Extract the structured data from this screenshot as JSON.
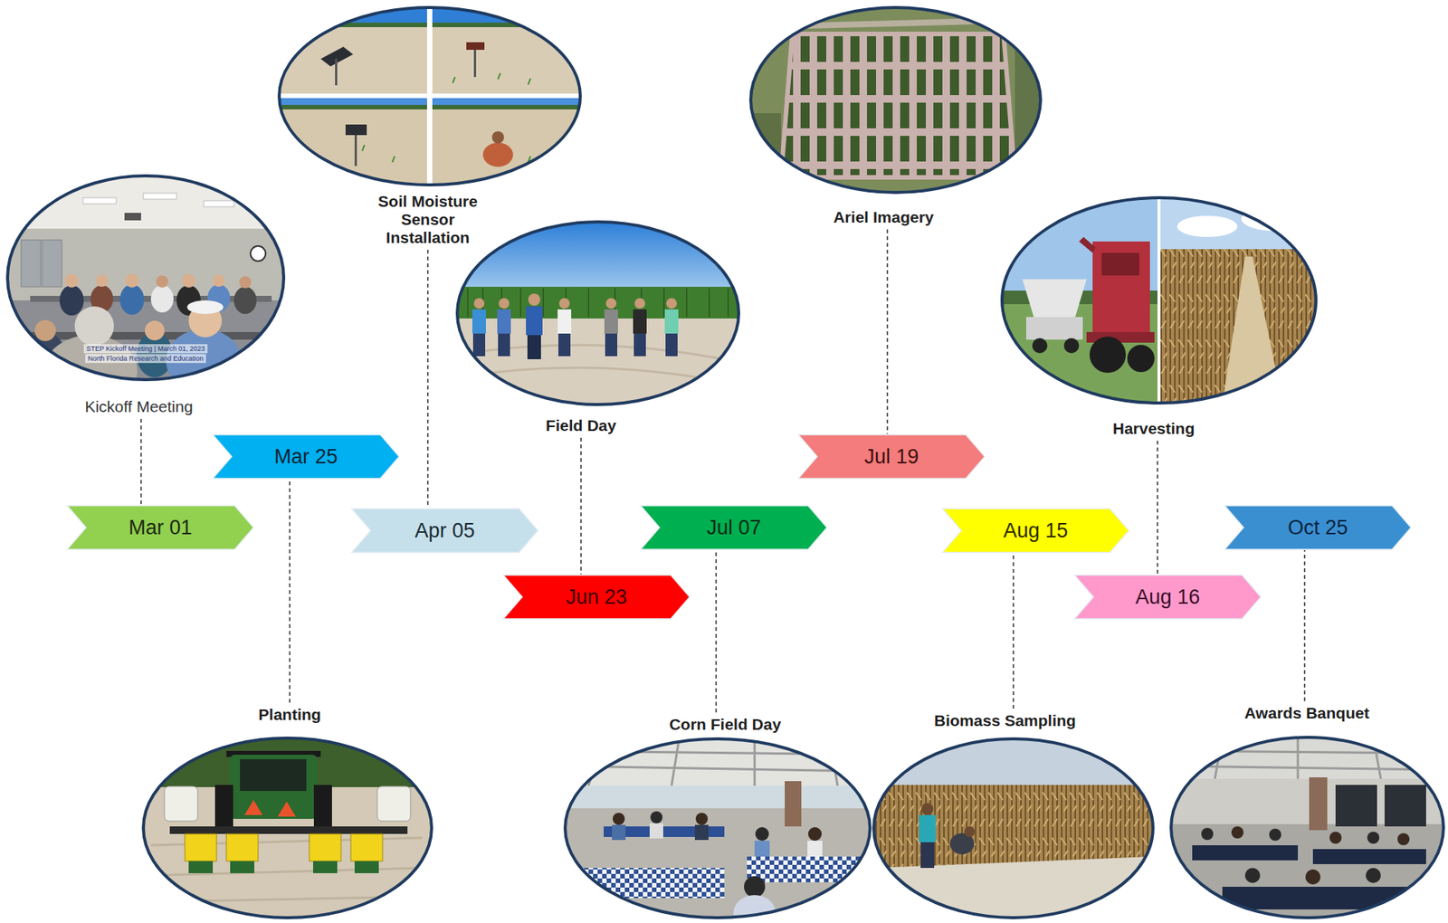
{
  "diagram": {
    "nodes": [
      {
        "text": [
          "Kickoff Meeting"
        ]
      },
      {
        "text": [
          "Mar 01"
        ]
      },
      {
        "text": [
          "Mar 25"
        ]
      },
      {
        "text": [
          "Planting"
        ]
      },
      {
        "text": [
          "Soil Moisture Sensor Installation"
        ]
      },
      {
        "text": [
          "Apr 05"
        ]
      },
      {
        "text": [
          "Field Day"
        ]
      },
      {
        "text": [
          "Jun 23"
        ]
      },
      {
        "text": [
          "Jul 07"
        ]
      },
      {
        "text": [
          "Corn Field Day"
        ]
      },
      {
        "text": [
          "Ariel Imagery"
        ]
      },
      {
        "text": [
          "Jul 19"
        ]
      },
      {
        "text": [
          "Aug 15"
        ]
      },
      {
        "text": [
          "Biomass Sampling"
        ]
      },
      {
        "text": [
          "Harvesting"
        ]
      },
      {
        "text": [
          "Aug 16"
        ]
      },
      {
        "text": [
          "Oct 25"
        ]
      },
      {
        "text": [
          "Awards Banquet"
        ]
      }
    ],
    "edges": [
      {
        "from": 0,
        "to": 1,
        "arrow": "none"
      },
      {
        "from": 3,
        "to": 2,
        "arrow": "none"
      },
      {
        "from": 4,
        "to": 5,
        "arrow": "none"
      },
      {
        "from": 6,
        "to": 7,
        "arrow": "none"
      },
      {
        "from": 9,
        "to": 8,
        "arrow": "none"
      },
      {
        "from": 10,
        "to": 11,
        "arrow": "none"
      },
      {
        "from": 13,
        "to": 12,
        "arrow": "none"
      },
      {
        "from": 14,
        "to": 15,
        "arrow": "none"
      },
      {
        "from": 17,
        "to": 16,
        "arrow": "none"
      }
    ],
    "labels": [
      "STEP Kickoff Meeting | March 01, 2023",
      "North Florida Research and Education"
    ]
  }
}
